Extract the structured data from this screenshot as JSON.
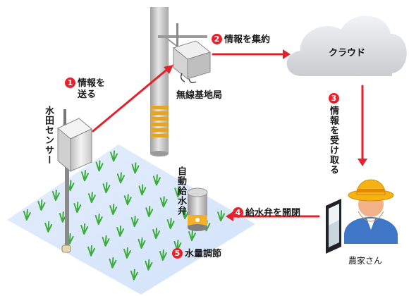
{
  "steps": [
    {
      "num": "1",
      "line1": "情報を",
      "line2": "送る"
    },
    {
      "num": "2",
      "text": "情報を集約"
    },
    {
      "num": "3",
      "text": "情報を受け取る"
    },
    {
      "num": "4",
      "text": "給水弁を開閉"
    },
    {
      "num": "5",
      "text": "水量調節"
    }
  ],
  "labels": {
    "sensor": "水田センサー",
    "base_station": "無線基地局",
    "cloud": "クラウド",
    "valve": "自動給水弁",
    "farmer": "農家さん"
  },
  "colors": {
    "accent": "#e4222c",
    "field": "#dce8fb",
    "plant": "#3dab3d",
    "cloud": "#d8dadd",
    "pole": "#c7c7c7",
    "pole_band": "#e0a52a",
    "valve_band": "#f3b12a",
    "hat": "#f6b215",
    "shirt": "#3f76c6"
  },
  "icons": [
    "utility-pole-icon",
    "sensor-box-icon",
    "cloud-icon",
    "valve-icon",
    "farmer-icon",
    "tablet-icon",
    "rice-plant-icon"
  ]
}
